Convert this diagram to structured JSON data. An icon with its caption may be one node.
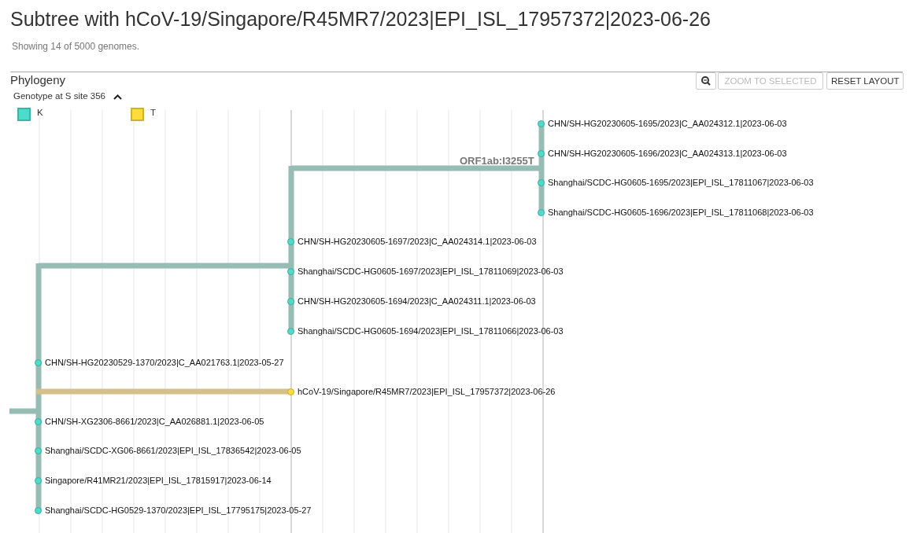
{
  "diagram": {
    "title": "Subtree with hCoV-19/Singapore/R45MR7/2023|EPI_ISL_17957372|2023-06-26",
    "caption": "Showing 14 of 5000 genomes.",
    "nodes": [
      {
        "text": [
          "CHN/SH-HG20230605-1695/2023|C_AA024312.1|2023-06-03"
        ]
      },
      {
        "text": [
          "CHN/SH-HG20230605-1696/2023|C_AA024313.1|2023-06-03"
        ]
      },
      {
        "text": [
          "Shanghai/SCDC-HG0605-1695/2023|EPI_ISL_17811067|2023-06-03"
        ]
      },
      {
        "text": [
          "Shanghai/SCDC-HG0605-1696/2023|EPI_ISL_17811068|2023-06-03"
        ]
      },
      {
        "text": [
          "CHN/SH-HG20230605-1697/2023|C_AA024314.1|2023-06-03"
        ]
      },
      {
        "text": [
          "Shanghai/SCDC-HG0605-1697/2023|EPI_ISL_17811069|2023-06-03"
        ]
      },
      {
        "text": [
          "CHN/SH-HG20230605-1694/2023|C_AA024311.1|2023-06-03"
        ]
      },
      {
        "text": [
          "Shanghai/SCDC-HG0605-1694/2023|EPI_ISL_17811066|2023-06-03"
        ]
      },
      {
        "text": [
          "CHN/SH-HG20230529-1370/2023|C_AA021763.1|2023-05-27"
        ]
      },
      {
        "text": [
          "hCoV-19/Singapore/R45MR7/2023|EPI_ISL_17957372|2023-06-26"
        ]
      },
      {
        "text": [
          "CHN/SH-XG2306-8661/2023|C_AA026881.1|2023-06-05"
        ]
      },
      {
        "text": [
          "Shanghai/SCDC-XG06-8661/2023|EPI_ISL_17836542|2023-06-05"
        ]
      },
      {
        "text": [
          "Singapore/R41MR21/2023|EPI_ISL_17815917|2023-06-14"
        ]
      },
      {
        "text": [
          "Shanghai/SCDC-HG0529-1370/2023|EPI_ISL_17795175|2023-05-27"
        ]
      }
    ],
    "labels": [
      "Phylogeny",
      "ZOOM TO SELECTED",
      "RESET LAYOUT",
      "Genotype at S site 356",
      "ORF1ab:I3255T"
    ],
    "legend": [
      {
        "text": "K",
        "color": "#4fdbcb"
      },
      {
        "text": "T",
        "color": "#fddc3c"
      }
    ]
  }
}
